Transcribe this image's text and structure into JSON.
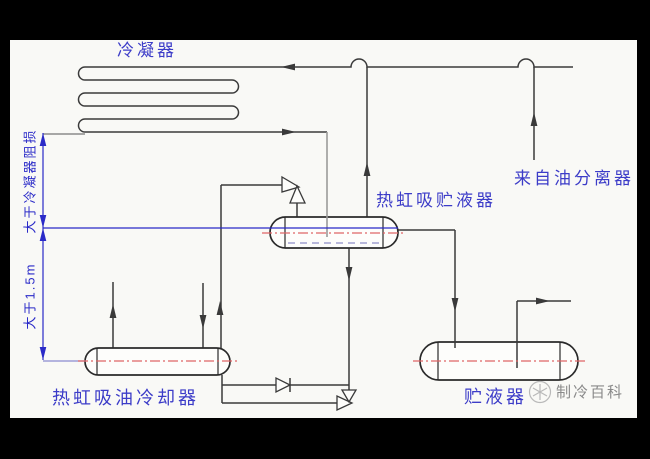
{
  "colors": {
    "background": "#000000",
    "canvas": "#f9f9f6",
    "pipe": "#3a3a3a",
    "vessel_outline": "#2a2a2a",
    "label_blue": "#3c3cc8",
    "dimension_blue": "#2a2ac8",
    "centerline_red": "#e06666",
    "liquid_level": "#9090c8",
    "dip_tube_gray": "#9a9a9a",
    "watermark_gray": "#8a8a8a",
    "witness_blue": "#8a8ad0"
  },
  "labels": {
    "condenser": "冷凝器",
    "from_oil_separator": "来自油分离器",
    "thermosiphon_receiver": "热虹吸贮液器",
    "thermosiphon_oil_cooler": "热虹吸油冷却器",
    "receiver": "贮液器"
  },
  "dimensions": {
    "upper_annotation": "大于冷凝器阻损",
    "lower_annotation": "大于1.5m"
  },
  "watermark": {
    "text": "制冷百科",
    "logo_icon": "snowflake-icon"
  }
}
